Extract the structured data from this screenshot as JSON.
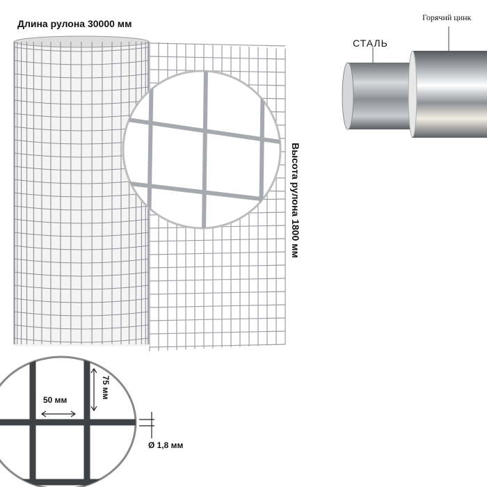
{
  "roll_length_label": "Длина рулона 30000 мм",
  "roll_height_label": "Высота рулона 1800 мм",
  "steel_label": "СТАЛЬ",
  "zinc_label": "Горячий цинк",
  "cell_width_label": "50 мм",
  "cell_height_label": "75 мм",
  "wire_diameter_label": "Ø 1,8 мм",
  "colors": {
    "wire": "#9a9ea3",
    "text": "#111111"
  }
}
